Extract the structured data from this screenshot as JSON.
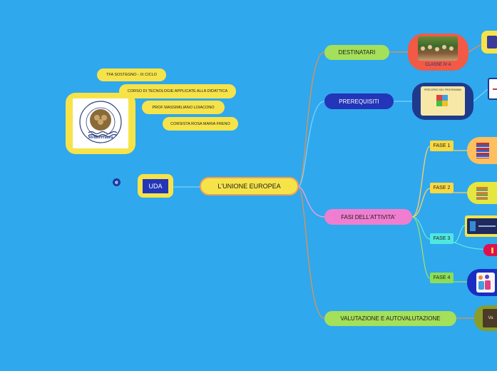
{
  "colors": {
    "background": "#2fa8ee",
    "root_yellow": "#f6e34a",
    "green": "#a4e05a",
    "blue": "#3040c0",
    "pink": "#f07ed0",
    "fase_yellow": "#fad842",
    "fase_cyan": "#4fe8e0",
    "fase_green": "#8cde55",
    "orange": "#ffbf5f",
    "red_orange": "#f25a45",
    "navy": "#1e3a8c",
    "dark_blue": "#1b2dc0",
    "crimson": "#e01050",
    "olive": "#8a9d2a"
  },
  "root": {
    "label": "L'UNIONE EUROPEA"
  },
  "uda": {
    "label": "UDA"
  },
  "info_notes": [
    "TFA SOSTEGNO - IX CICLO",
    "CORSO DI TECNOLOGIE APPLICATE ALLA DIDATTICA",
    "PROF MASSIMILIANO LOIACONO",
    "CORSISTA ROSA MARIA FRENO"
  ],
  "logo": {
    "ring_text": "UNIVERSITÀ DEGLI STUDI DI REGGIO CALABRIA",
    "name": "Mediterranea"
  },
  "branches": {
    "destinatari": "DESTINATARI",
    "prerequisiti": "PREREQUISITI",
    "fasi": "FASI DELL'ATTIVITA'",
    "valutazione": "VALUTAZIONE E AUTOVALUTAZIONE"
  },
  "destinatari_child": {
    "caption": "CLASSE IV A"
  },
  "prerequisiti_child": {
    "title": "PERCORSO DEL PROGRAMMA"
  },
  "fasi": [
    "FASE 1",
    "FASE 2",
    "FASE 3",
    "FASE 4"
  ],
  "icons": {
    "note_icon": "e-icon",
    "logo": "university-seal",
    "book_stack": "books-icon",
    "people": "people-icon"
  }
}
